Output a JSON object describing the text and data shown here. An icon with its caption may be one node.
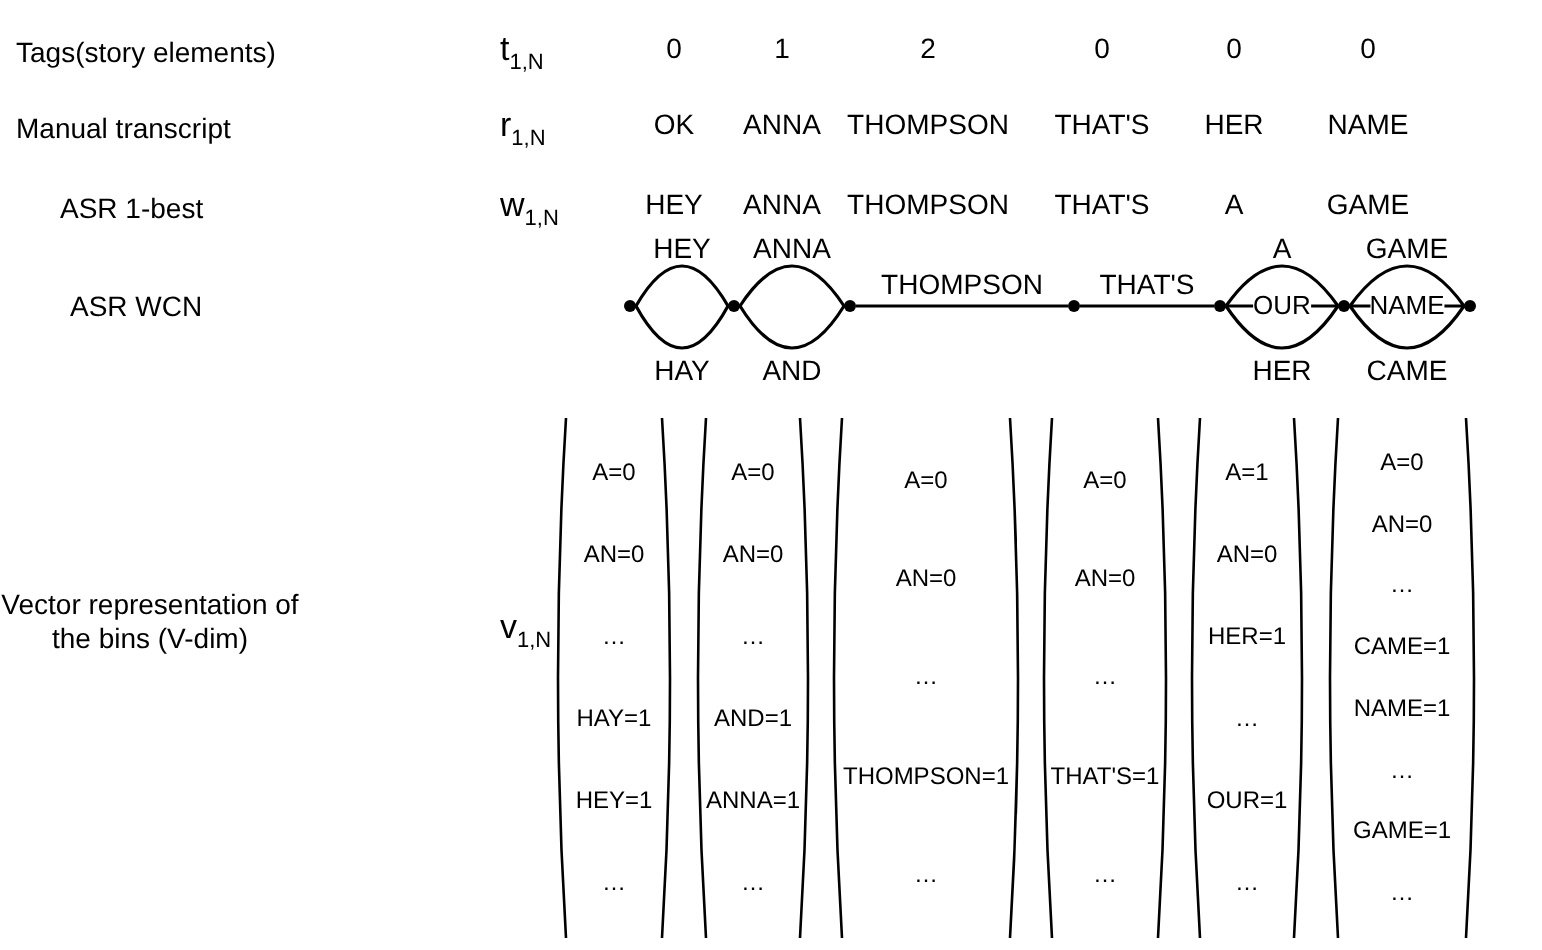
{
  "diagram": {
    "nodes": [
      {
        "text": [],
        "shape": "circle"
      },
      {
        "text": [],
        "shape": "circle"
      },
      {
        "text": [],
        "shape": "circle"
      },
      {
        "text": [],
        "shape": "circle"
      },
      {
        "text": [],
        "shape": "circle"
      },
      {
        "text": [],
        "shape": "circle"
      },
      {
        "text": [],
        "shape": "circle"
      },
      {
        "text": [
          "A=0",
          "AN=0",
          "…",
          "HAY=1",
          "HEY=1",
          "…"
        ]
      },
      {
        "text": [
          "A=0",
          "AN=0",
          "…",
          "AND=1",
          "ANNA=1",
          "…"
        ]
      },
      {
        "text": [
          "A=0",
          "AN=0",
          "…",
          "THOMPSON=1",
          "…"
        ]
      },
      {
        "text": [
          "A=0",
          "AN=0",
          "…",
          "THAT'S=1",
          "…"
        ]
      },
      {
        "text": [
          "A=1",
          "AN=0",
          "HER=1",
          "…",
          "OUR=1",
          "…"
        ]
      },
      {
        "text": [
          "A=0",
          "AN=0",
          "…",
          "CAME=1",
          "NAME=1",
          "…",
          "GAME=1",
          "…"
        ]
      }
    ],
    "edges": [
      {
        "from": 0,
        "to": 1,
        "arrow": "none",
        "label": "HEY"
      },
      {
        "from": 0,
        "to": 1,
        "arrow": "none",
        "label": "HAY"
      },
      {
        "from": 1,
        "to": 2,
        "arrow": "none",
        "label": "ANNA"
      },
      {
        "from": 1,
        "to": 2,
        "arrow": "none",
        "label": "AND"
      },
      {
        "from": 2,
        "to": 3,
        "arrow": "none",
        "label": "THOMPSON"
      },
      {
        "from": 3,
        "to": 4,
        "arrow": "none",
        "label": "THAT'S"
      },
      {
        "from": 4,
        "to": 5,
        "arrow": "none",
        "label": "A"
      },
      {
        "from": 4,
        "to": 5,
        "arrow": "none",
        "label": "OUR"
      },
      {
        "from": 4,
        "to": 5,
        "arrow": "none",
        "label": "HER"
      },
      {
        "from": 5,
        "to": 6,
        "arrow": "none",
        "label": "GAME"
      },
      {
        "from": 5,
        "to": 6,
        "arrow": "none",
        "label": "NAME"
      },
      {
        "from": 5,
        "to": 6,
        "arrow": "none",
        "label": "CAME"
      }
    ],
    "labels": [
      "Tags(story elements)",
      "t$_{1,N}$",
      "0",
      "1",
      "2",
      "0",
      "0",
      "0",
      "Manual transcript",
      "r$_{1,N}$",
      "OK",
      "ANNA",
      "THOMPSON",
      "THAT'S",
      "HER",
      "NAME",
      "ASR 1-best",
      "w$_{1,N}$",
      "HEY",
      "ANNA",
      "THOMPSON",
      "THAT'S",
      "A",
      "GAME",
      "ASR WCN",
      "Vector representation of the bins (V-dim)",
      "v$_{1,N}$"
    ]
  }
}
